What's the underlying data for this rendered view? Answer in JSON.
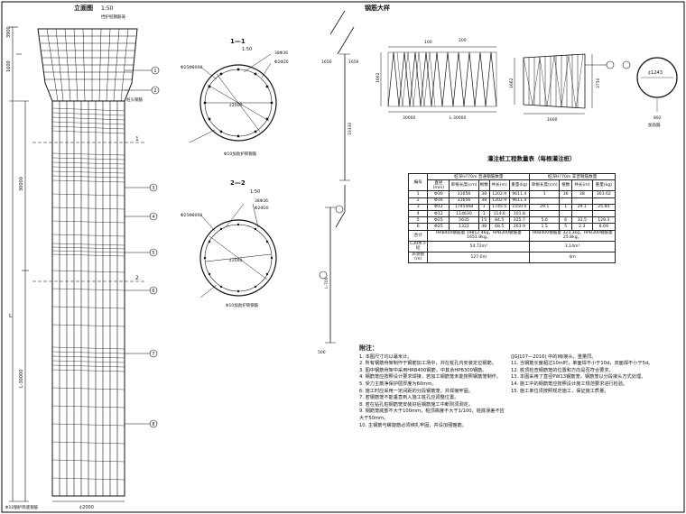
{
  "titles": {
    "elevation": "立面图",
    "elevation_scale": "1:50",
    "section1": "1—1",
    "section1_scale": "1:50",
    "section2": "2—2",
    "section2_scale": "1:50",
    "rebar_detail": "钢筋大样"
  },
  "elevation_labels": {
    "dim_top": "3900",
    "dim_upper": "1600",
    "dim_length": "L",
    "dim_mid": "30000",
    "dim_lower": "L-30000",
    "dim_bottom_width": "¢2000",
    "top_tag": "挡护桩钢筋笼",
    "joint_tag": "桩头钢筋",
    "bottom_tag": "Φ10钢护筒底钢筋",
    "section_mark_1": "1",
    "section_mark_2": "2",
    "callouts": [
      "1",
      "2",
      "3",
      "4",
      "5",
      "6",
      "7",
      "8"
    ]
  },
  "section_labels": {
    "sec1_bar_label_a": "38Φ36",
    "sec1_bar_label_b": "Φ2Φ20",
    "sec1_dia": "¢2000",
    "sec1_note": "Φ10加劲护筒钢筋",
    "sec1_hoop": "Φ25Φ8000",
    "sec2_bar_label_a": "38Φ36",
    "sec2_bar_label_b": "Φ2Φ20",
    "sec2_dia": "¢2000",
    "sec2_hoop": "Φ25Φ8000",
    "sec2_note": "Φ10加劲护筒钢筋"
  },
  "detail_labels": {
    "len_a": "1656",
    "len_b": "1656",
    "len_c": "33330",
    "len_d": "L-700",
    "len_e": "500",
    "spiral_h": "1662",
    "spiral_w1": "30000",
    "spiral_w2": "L-30000",
    "spiral_t1": "100",
    "spiral_t2": "200",
    "cage_h": "1662",
    "cage_h2": "3750",
    "cage_w": "1600",
    "ring_dia": "¢1243",
    "ring_note": "加劲箍",
    "ring_num": "892"
  },
  "table": {
    "title": "灌注桩工程数量表（每根灌注桩）",
    "header_row1": [
      "编号",
      "桩深H?70m 普通钢筋数量",
      "桩深H?70m 非普钢筋数量"
    ],
    "header_row2": [
      "直径(mm)",
      "单根长度(cm)",
      "根数",
      "共长(m)",
      "重量(kg)",
      "单根长度(cm)",
      "根数",
      "共长(m)",
      "重量(kg)"
    ],
    "rows": [
      [
        "1",
        "Φ36",
        "31656",
        "38",
        "1202.9",
        "9611.4",
        "1",
        "36",
        "38",
        "303.62"
      ],
      [
        "2",
        "Φ36",
        "31656",
        "38",
        "1202.9",
        "9611.4",
        "",
        "",
        "",
        ""
      ],
      [
        "3",
        "Φ12",
        "1745468",
        "1",
        "1745.5",
        "1550.0",
        "29.1",
        "1",
        "29.1",
        "25.84"
      ],
      [
        "4",
        "Φ12",
        "114630",
        "1",
        "114.6",
        "101.8",
        "",
        "",
        "",
        ""
      ],
      [
        "5",
        "Φ25",
        "5635",
        "15",
        "84.5",
        "325.7",
        "5.6",
        "6",
        "33.5",
        "129.3"
      ],
      [
        "6",
        "Φ25",
        "1322",
        "48",
        "68.5",
        "263.9",
        "1.5",
        "5",
        "2.3",
        "8.69"
      ]
    ],
    "total_row": [
      "合计",
      "HRB400钢筋量 19812.4kg，HPB300钢筋量 1651.8kg。",
      "HRB400钢筋量 323.3kg，HPB300钢筋量 25.8kg。"
    ],
    "concrete_row": [
      "C30水下砼",
      "54.72m³",
      "3.14m³"
    ],
    "pipe_row": [
      "声测管(m)",
      "127.0m",
      "4m"
    ]
  },
  "notes": {
    "heading": "附注：",
    "left": [
      "1. 本图尺寸均以毫米计。",
      "2. 所有钢筋骨架制作于钢筋加工场中，并在桩孔内安装定位钢筋。",
      "3. 图中钢筋骨架中采用HRB400钢筋，中其余HPB300钢筋。",
      "4. 钢筋笼应按照设计要求焊接，若加工钢筋笼未能按照钢筋笼制作。",
      "5. 受力主筋净保护层厚度为60mm。",
      "6. 施工时应采用一定间距的分段钢筋笼，并焊接牢固。",
      "7. 若钢筋笼不能垂直到入施工桩孔应调整位置。",
      "8. 若在钻孔桩钢筋笼安装好后钢筋施工中断则须测定。",
      "9. 钢筋笼底部不大于100mm，桩顶高度不大于1/100，桩底误差不应大于50mm。",
      "10. 主钢筋与螺旋筋必须绑扎牢固，并设加强箍筋。"
    ],
    "right": [
      "(JGJ107—2016) 中的I级接头，重量同。",
      "11. 当钢筋长度超过10m时，单面焊不小于10d，双面焊不小于5d。",
      "12. 桩顶检查钢筋笼的位置和方向是否符合要求。",
      "13. 本图采用了直径PW13钢筋笼，钢筋笼以分段接头方式处理。",
      "14. 施工中的钢筋笼应按照设计施工规范要求进行检验。",
      "15. 施工单位须按照规范施工，保证施工质量。"
    ]
  }
}
